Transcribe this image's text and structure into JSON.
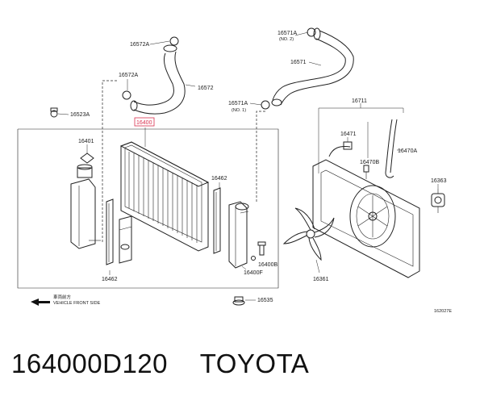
{
  "diagram": {
    "labels": {
      "p16572A_top": "16572A",
      "p16572A_mid": "16572A",
      "p16572": "16572",
      "p16571A_top": "16571A",
      "p16571A_top_note": "(NO. 2)",
      "p16571": "16571",
      "p16571A_mid": "16571A",
      "p16571A_mid_note": "(NO. 1)",
      "p16523A": "16523A",
      "p16400": "16400",
      "p16401": "16401",
      "p16462_right": "16462",
      "p16462_left": "16462",
      "p16400B": "16400B",
      "p16400F": "16400F",
      "p16535": "16535",
      "p16711": "16711",
      "p16471": "16471",
      "p16470B": "16470B",
      "p16470A": "16470A",
      "p16363": "16363",
      "p16361": "16361"
    },
    "front_note_jp": "車両前方",
    "front_note_en": "VEHICLE FRONT SIDE",
    "ref_code": "162027E"
  },
  "caption": {
    "part_number": "164000D120",
    "brand": "TOYOTA"
  }
}
